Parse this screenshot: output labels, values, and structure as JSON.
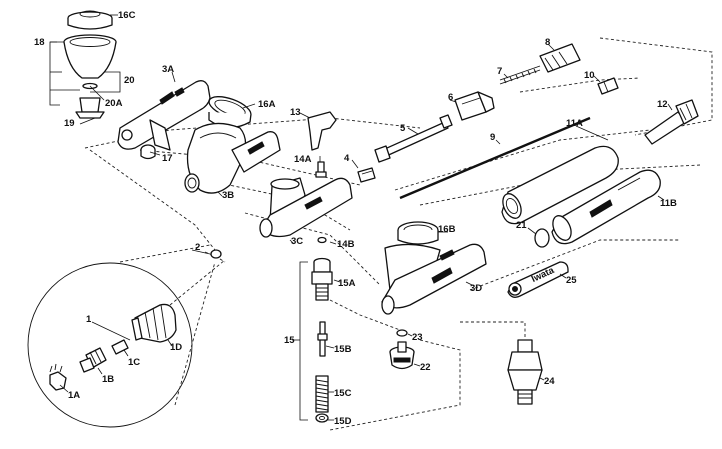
{
  "labels": {
    "p1": "1",
    "p1A": "1A",
    "p1B": "1B",
    "p1C": "1C",
    "p1D": "1D",
    "p2": "2",
    "p3A": "3A",
    "p3B": "3B",
    "p3C": "3C",
    "p3D": "3D",
    "p4": "4",
    "p5": "5",
    "p6": "6",
    "p7": "7",
    "p8": "8",
    "p9": "9",
    "p10": "10",
    "p11A": "11A",
    "p11B": "11B",
    "p12": "12",
    "p13": "13",
    "p14A": "14A",
    "p14B": "14B",
    "p15": "15",
    "p15A": "15A",
    "p15B": "15B",
    "p15C": "15C",
    "p15D": "15D",
    "p16A": "16A",
    "p16B": "16B",
    "p16C": "16C",
    "p17": "17",
    "p18": "18",
    "p19": "19",
    "p20": "20",
    "p20A": "20A",
    "p21": "21",
    "p22": "22",
    "p23": "23",
    "p24": "24",
    "p25": "25"
  },
  "wrench_text": "Iwata",
  "colors": {
    "ink": "#111111",
    "paper": "#ffffff"
  }
}
